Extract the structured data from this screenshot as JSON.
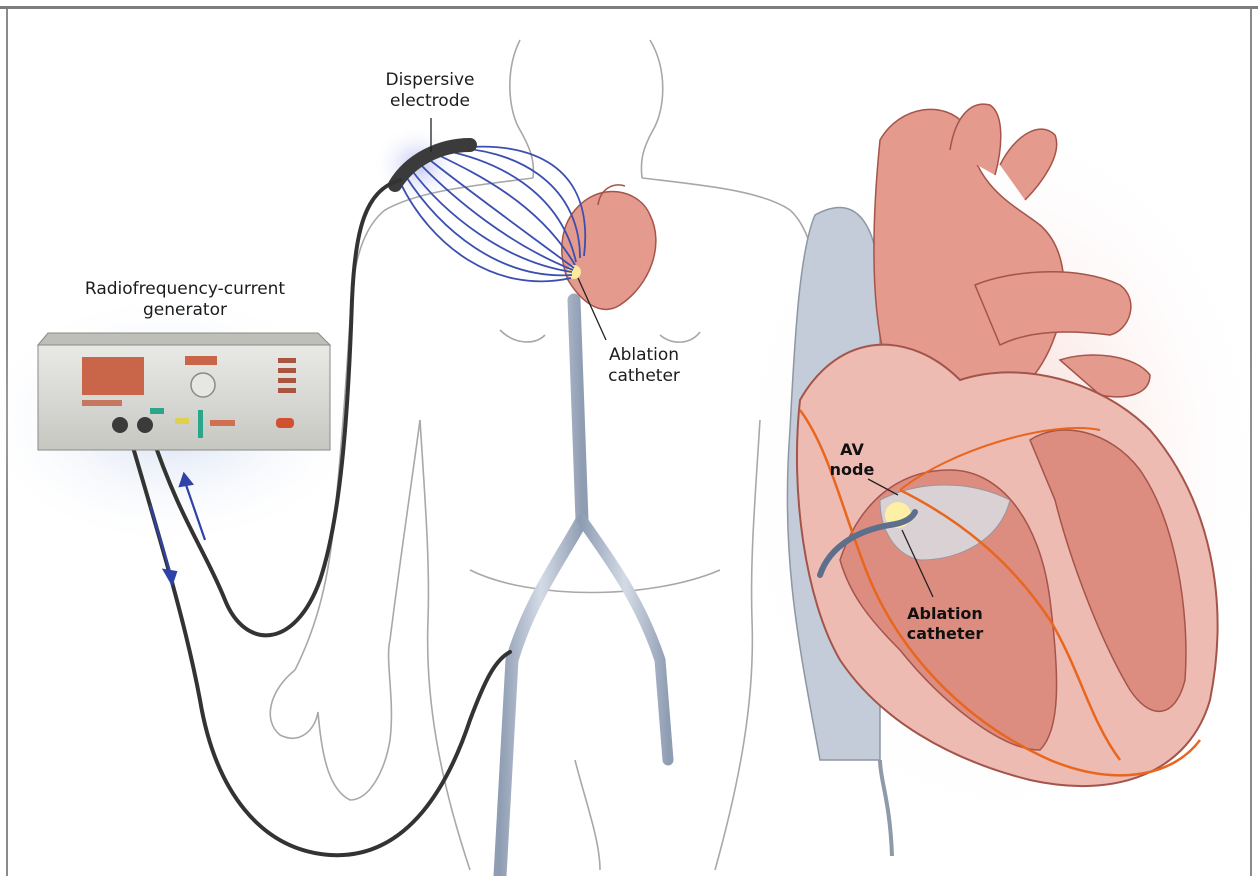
{
  "labels": {
    "dispersive_electrode": [
      "Dispersive",
      "electrode"
    ],
    "rf_generator": [
      "Radiofrequency-current",
      "generator"
    ],
    "ablation_catheter_body": [
      "Ablation",
      "catheter"
    ],
    "av_node": [
      "AV",
      "node"
    ],
    "ablation_catheter_heart": [
      "Ablation",
      "catheter"
    ]
  },
  "colors": {
    "current_lines": "#3a4fb0",
    "heart_tissue": "#e8a096",
    "conduction_path": "#e8661e",
    "cable": "#333333",
    "vessel": "#a9b6c8",
    "generator_body": "#dcdcd8",
    "generator_display": "#c9664a"
  }
}
